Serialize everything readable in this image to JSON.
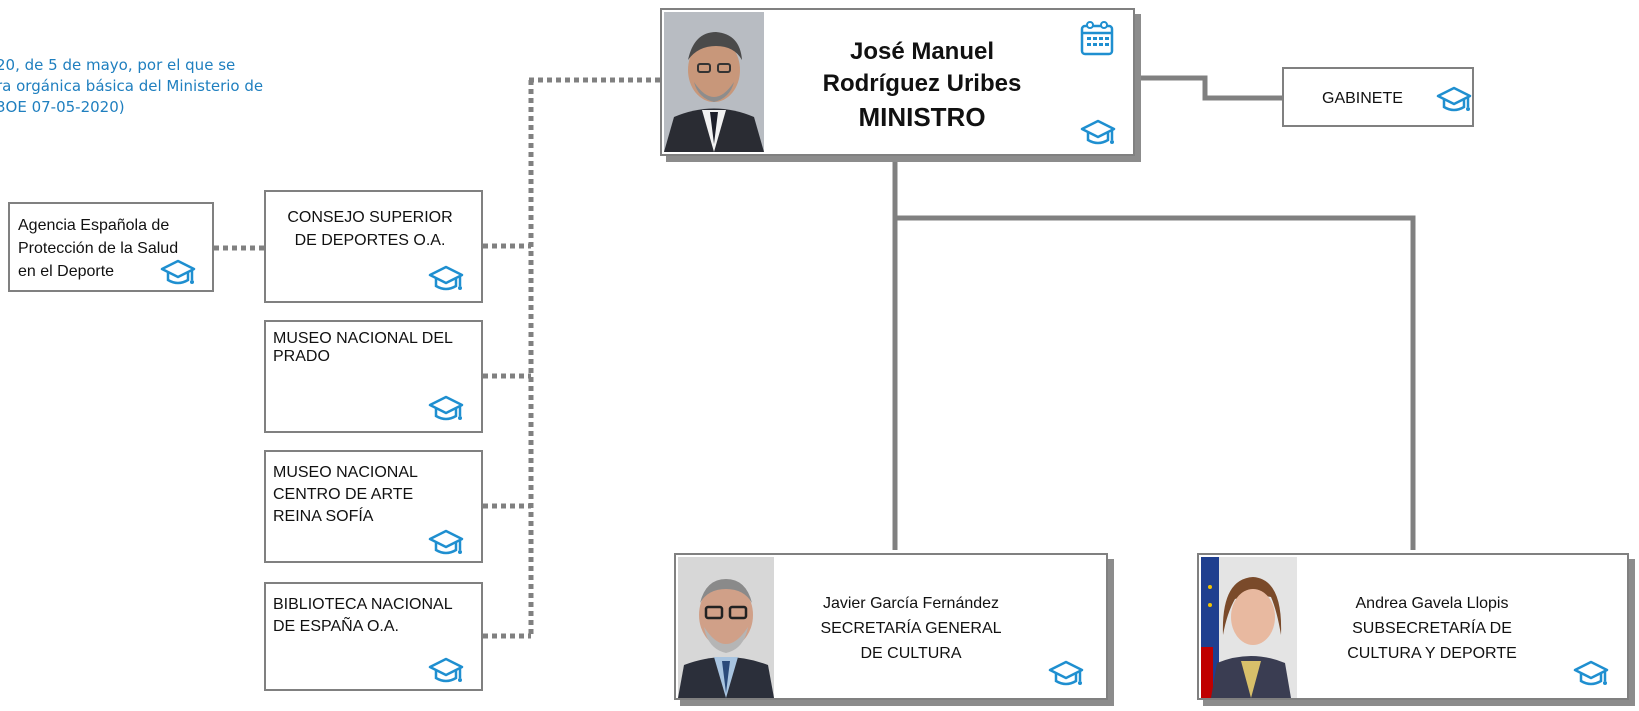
{
  "legal_note": {
    "line1": "20, de 5 de mayo, por el que se",
    "line2": "ra orgánica básica del Ministerio de",
    "line3": "3OE 07-05-2020)"
  },
  "minister": {
    "name_line1": "José Manuel",
    "name_line2": "Rodríguez Uribes",
    "title": "MINISTRO"
  },
  "gabinete": {
    "label": "GABINETE"
  },
  "agencies": [
    {
      "label": "Agencia Española de Protección de la Salud en el Deporte"
    },
    {
      "label": "CONSEJO SUPERIOR DE DEPORTES O.A."
    },
    {
      "label": "MUSEO NACIONAL DEL PRADO"
    },
    {
      "label": "MUSEO NACIONAL CENTRO DE ARTE REINA SOFÍA"
    },
    {
      "label": "BIBLIOTECA NACIONAL DE ESPAÑA O.A."
    }
  ],
  "secretaria_cultura": {
    "name": "Javier García Fernández",
    "role_line1": "SECRETARÍA GENERAL",
    "role_line2": "DE CULTURA"
  },
  "subsecretaria": {
    "name": "Andrea Gavela Llopis",
    "role_line1": "SUBSECRETARÍA DE",
    "role_line2": "CULTURA Y DEPORTE"
  },
  "icons": {
    "curriculum": "graduation-cap-icon",
    "agenda": "calendar-icon"
  },
  "colors": {
    "connector": "#808080",
    "icon_blue": "#1f8fd0",
    "legal_text": "#1f7fbf"
  }
}
